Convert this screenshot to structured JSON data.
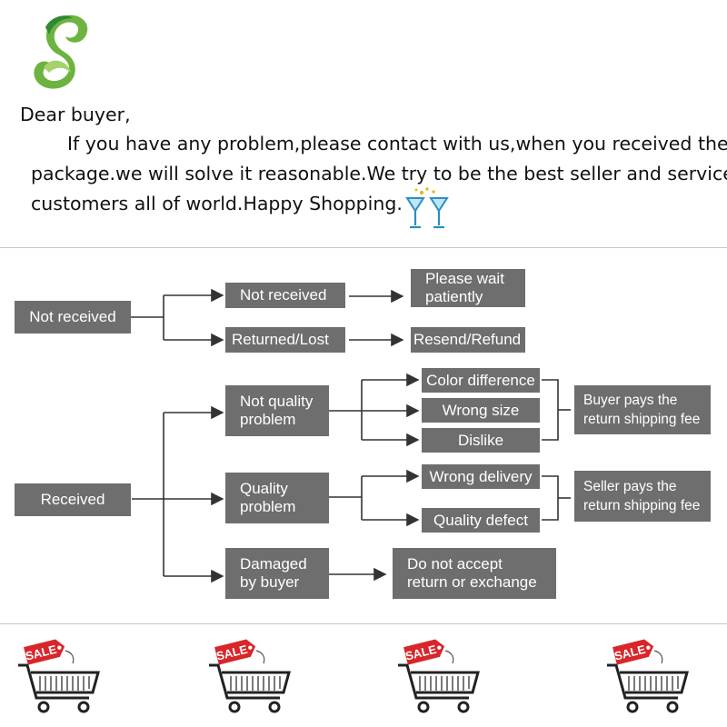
{
  "header": {
    "greeting": "Dear buyer,",
    "lines": [
      "If you have any problem,please contact with us,when you received the",
      "package.we will solve it reasonable.We try to be the best seller and service",
      "customers all of world.Happy Shopping."
    ],
    "logo_icon": "leaf-s-logo",
    "decoration_icon": "cocktail-glasses-icon"
  },
  "flow": {
    "not_received_branch": {
      "root": "Not received",
      "options": [
        {
          "label": "Not received",
          "result": "Please wait\npatiently"
        },
        {
          "label": "Returned/Lost",
          "result": "Resend/Refund"
        }
      ]
    },
    "received_branch": {
      "root": "Received",
      "not_quality": {
        "label": "Not quality\nproblem",
        "reasons": [
          "Color difference",
          "Wrong size",
          "Dislike"
        ],
        "outcome": "Buyer pays the\nreturn shipping fee"
      },
      "quality": {
        "label": "Quality\nproblem",
        "reasons": [
          "Wrong delivery",
          "Quality defect"
        ],
        "outcome": "Seller pays the\nreturn shipping fee"
      },
      "damaged": {
        "label": "Damaged\nby buyer",
        "outcome": "Do not accept\nreturn or exchange"
      }
    }
  },
  "footer": {
    "cart_tag": "SALE",
    "cart_icon": "shopping-cart-sale-icon",
    "cart_count": 4
  },
  "colors": {
    "box": "#6e6e6e",
    "box_text": "#ffffff",
    "line": "#333333",
    "sale_red": "#d8262b",
    "logo_green": "#6db33f"
  }
}
